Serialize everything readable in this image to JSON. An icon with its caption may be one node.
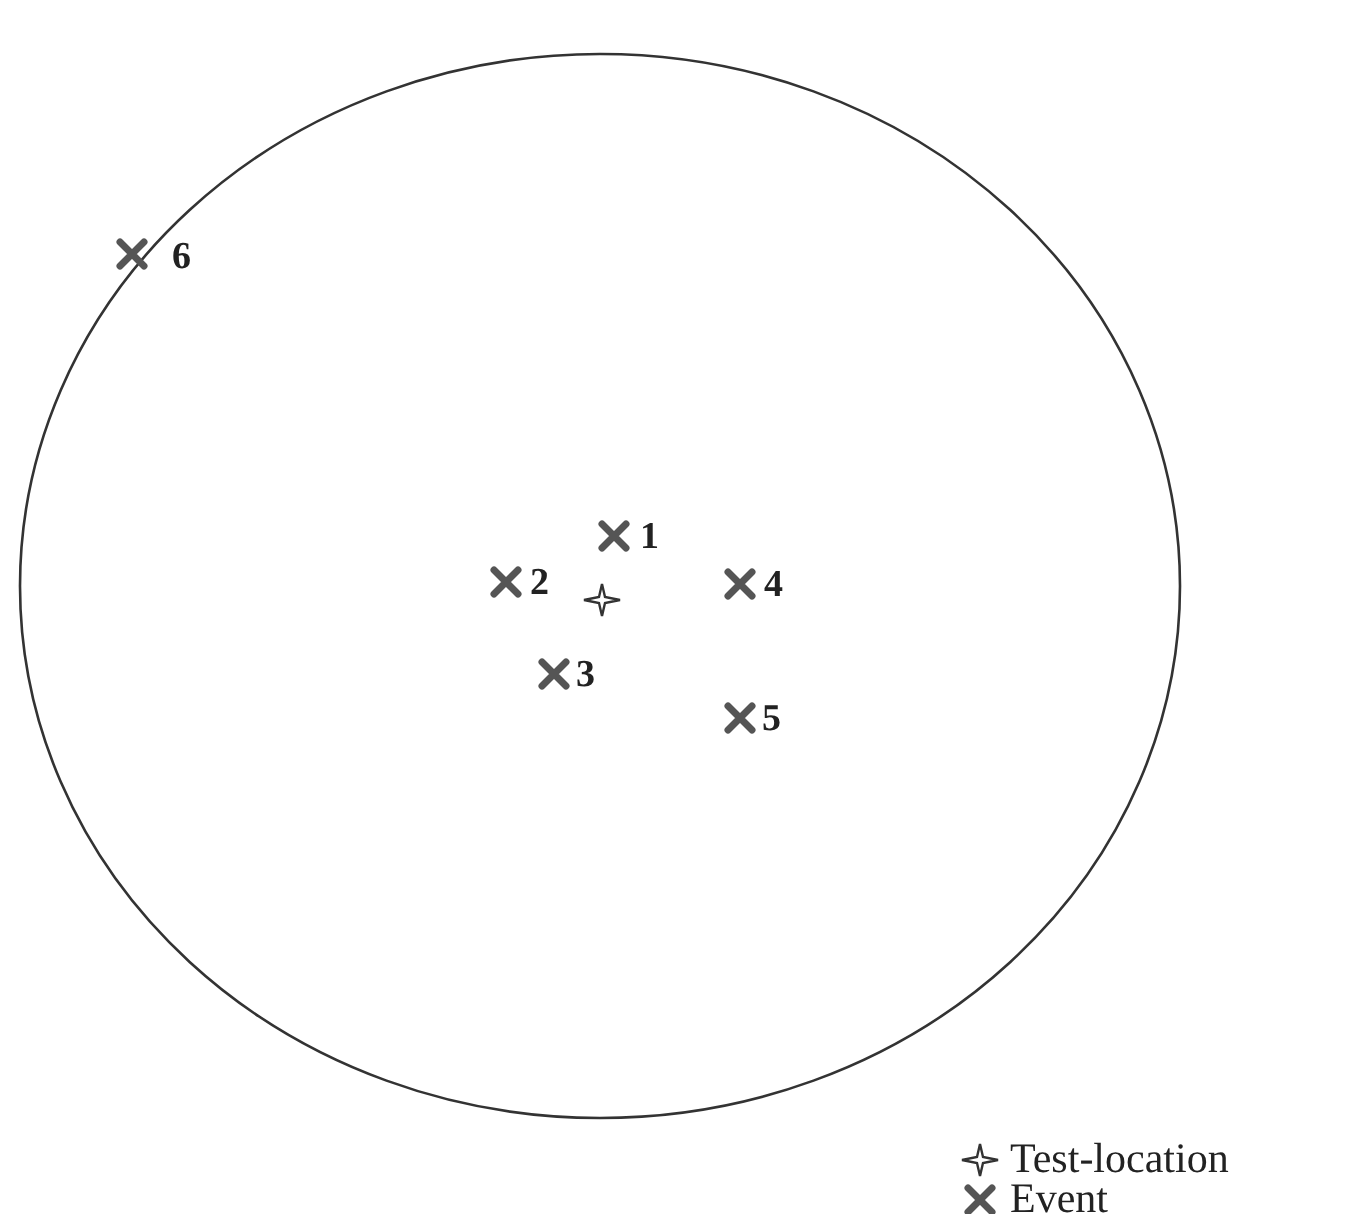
{
  "diagram": {
    "labels": [
      "6",
      "1",
      "2",
      "4",
      "3",
      "5"
    ],
    "legend": [
      {
        "text": "Test-location"
      },
      {
        "text": "Event"
      }
    ]
  }
}
